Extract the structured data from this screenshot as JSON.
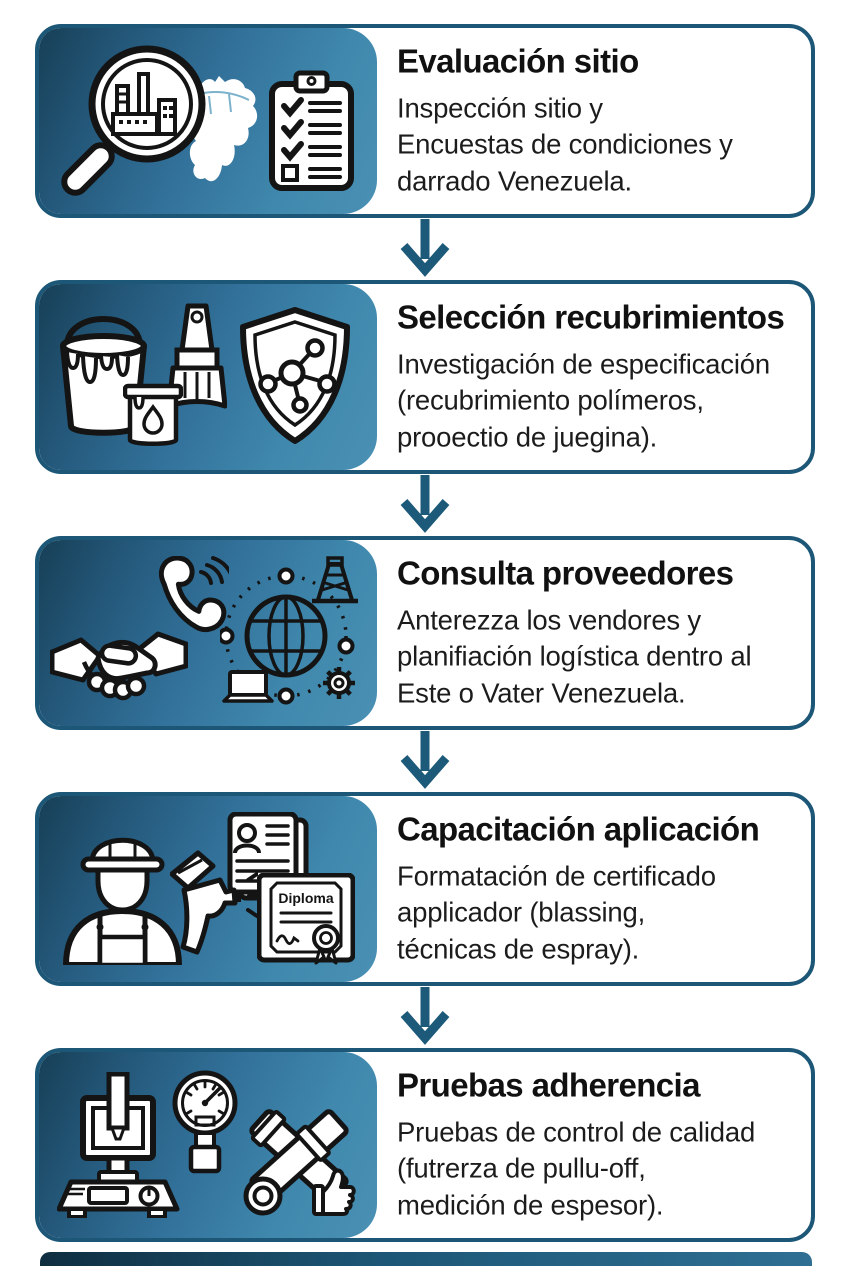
{
  "colors": {
    "box_border": "#1d5777",
    "panel_gradient_dark": "#173f56",
    "panel_gradient_light": "#4a90b4",
    "arrow": "#1d5a7a",
    "title_text": "#111111",
    "body_text": "#1c1c1c",
    "icon_line": "#141414",
    "icon_fill": "#ffffff"
  },
  "steps": [
    {
      "title": "Evaluación sitio",
      "description": "Inspección sitio y\nEncuestas de condiciones y\ndarrado Venezuela.",
      "icons": [
        "magnifier-factory-icon",
        "venezuela-map-icon",
        "checklist-clipboard-icon"
      ]
    },
    {
      "title": "Selección recubrimientos",
      "description": "Investigación de especificación\n(recubrimiento polímeros,\nprooectio de juegina).",
      "icons": [
        "paint-bucket-icon",
        "paint-can-icon",
        "paint-brush-icon",
        "shield-molecule-icon"
      ]
    },
    {
      "title": "Consulta proveedores",
      "description": "Anterezza los vendores y\nplanifiación logística dentro al\nEste o Vater Venezuela.",
      "icons": [
        "handshake-icon",
        "phone-call-icon",
        "globe-icon",
        "network-orbit-icon",
        "oil-derrick-icon",
        "laptop-icon",
        "gear-icon"
      ]
    },
    {
      "title": "Capacitación aplicación",
      "description": "Formatación de certificado\napplicador (blassing,\ntécnicas de espray).",
      "icons": [
        "worker-icon",
        "spray-gun-icon",
        "documents-icon",
        "diploma-icon"
      ],
      "diploma_label": "Diploma"
    },
    {
      "title": "Pruebas adherencia",
      "description": "Pruebas de control de calidad\n(futrerza de pullu-off,\nmedición de espesor).",
      "icons": [
        "adhesion-tester-icon",
        "pressure-gauge-icon",
        "crossed-pipes-icon",
        "thumbs-up-icon"
      ]
    }
  ]
}
